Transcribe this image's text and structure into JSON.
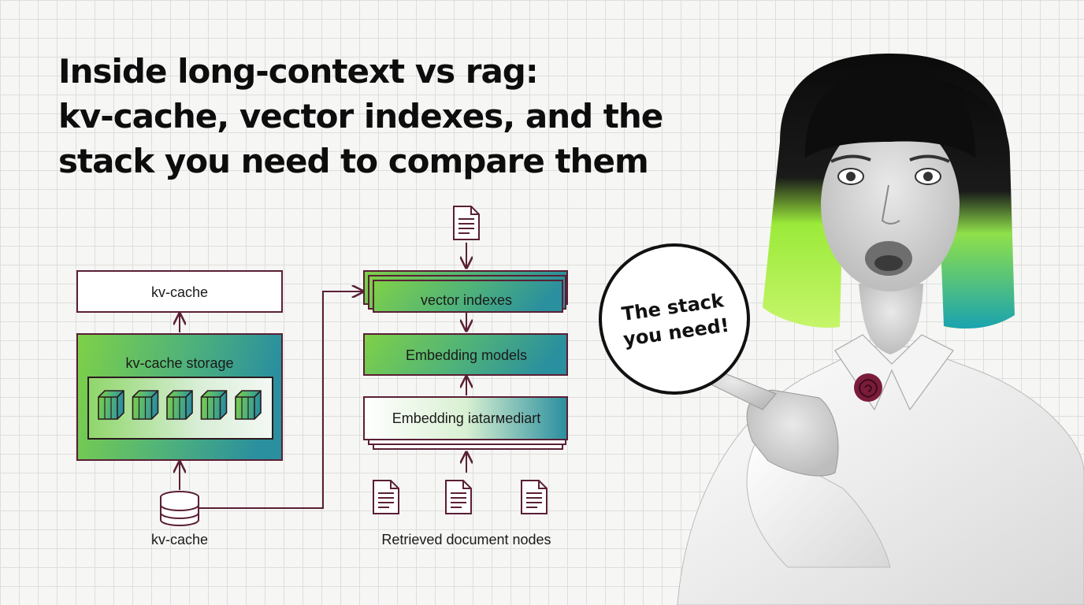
{
  "title": {
    "line1": "Inside long-context vs rag:",
    "line2": "kv-cache, vector indexes, and the",
    "line3": "stack you need to compare them"
  },
  "left_stack": {
    "top_box": "kv-cache",
    "storage_box": "kv-cache storage",
    "cache_block_count": 5,
    "bottom_label": "kv-cache"
  },
  "right_stack": {
    "vector_box": "vector indexes",
    "embedding_models_box": "Embedding models",
    "embedding_intermediate_box": "Embedding iatarмediart",
    "bottom_label": "Retrieved document nodes",
    "document_icon_count": 3
  },
  "callout": {
    "line1": "The stack",
    "line2": "you need!"
  },
  "colors": {
    "line": "#5a1f35",
    "gradient_start": "#7fd147",
    "gradient_end": "#2a8f9e",
    "hair_green": "#9bea3a",
    "hair_teal": "#1aa3b0",
    "pin": "#7a1c3a"
  },
  "icons": [
    "document-icon",
    "database-icon",
    "cube-icon",
    "rose-pin-icon",
    "arrow-icon"
  ]
}
